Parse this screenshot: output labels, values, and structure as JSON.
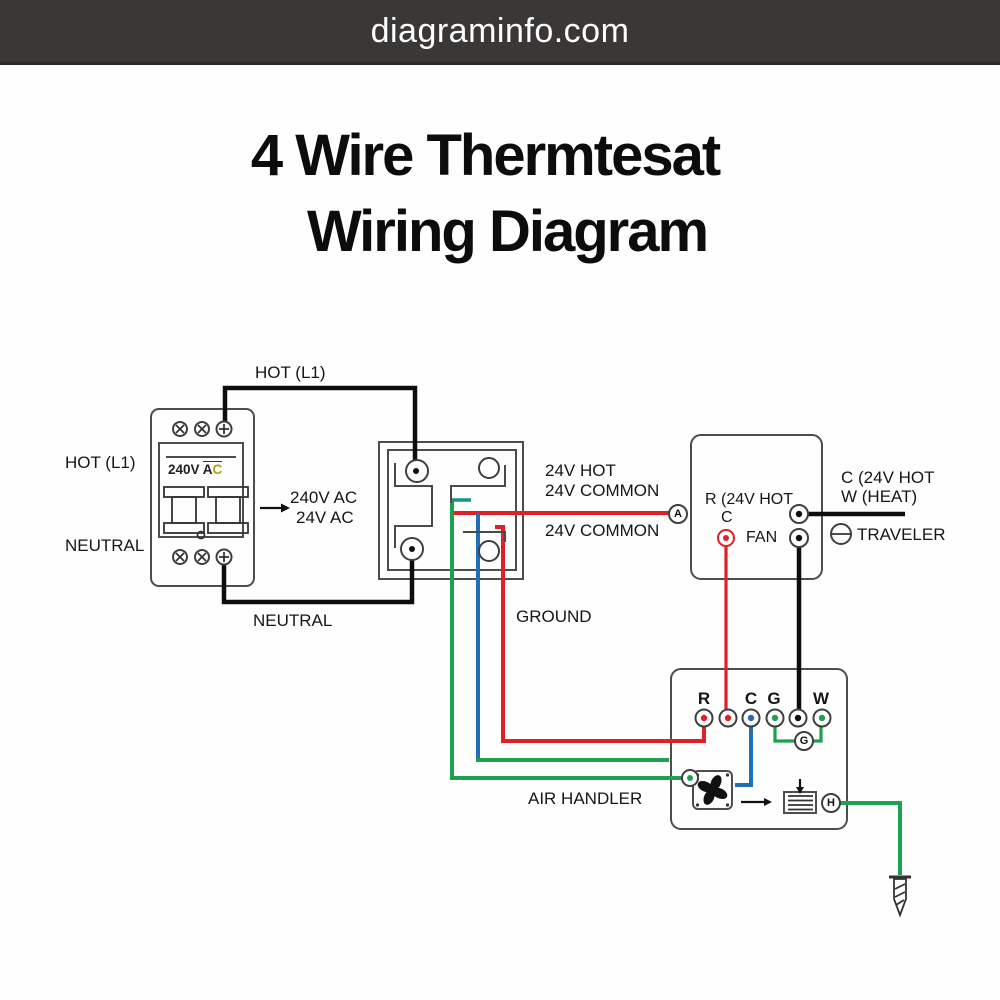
{
  "banner": {
    "site": "diagraminfo.com"
  },
  "title": {
    "line1": "4 Wire Thermtesat",
    "line2": "Wiring Diagram"
  },
  "colors": {
    "red": "#df2127",
    "green": "#1fa050",
    "blue": "#1f70b8",
    "teal": "#17948c",
    "black": "#0d0d0d",
    "box": "#4d4d4d",
    "banner-bg": "#3a3836",
    "banner-text": "#ffffff"
  },
  "breaker": {
    "label_hot_left": "HOT (L1)",
    "label_neutral_left": "NEUTRAL",
    "rating": "240V",
    "rating_a": "A",
    "rating_c": "C",
    "wire_hot_label": "HOT (L1)",
    "wire_neutral_label": "NEUTRAL",
    "output_line1": "240V AC",
    "output_line2": "24V AC"
  },
  "transformer": {
    "label_24v_hot": "24V HOT",
    "label_24v_common_1": "24V COMMON",
    "label_24v_common_2": "24V COMMON",
    "terminal_a": "A"
  },
  "labels": {
    "ground": "GROUND"
  },
  "thermostat": {
    "label_r": "R (24V HOT",
    "label_c": "C",
    "label_fan": "FAN",
    "right_line1": "C (24V HOT",
    "right_line2": "W (HEAT)",
    "label_traveler": "TRAVELER"
  },
  "air_handler": {
    "name": "AIR HANDLER",
    "terminal_labels": [
      "R",
      "C",
      "G",
      "W"
    ],
    "jumper_letter": "G",
    "heater_letter": "H"
  }
}
